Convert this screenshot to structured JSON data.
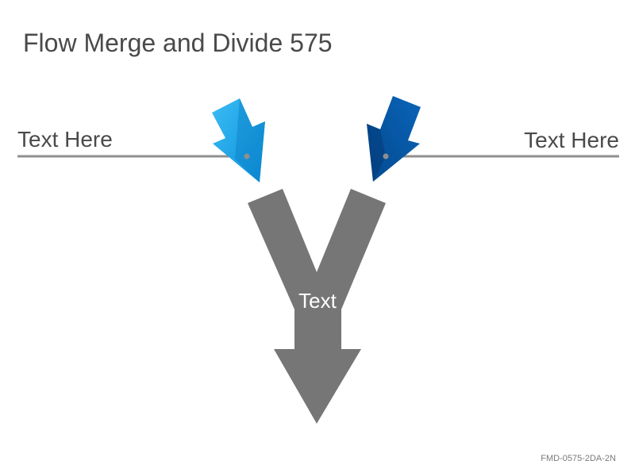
{
  "title": "Flow Merge and Divide 575",
  "labels": {
    "left": "Text Here",
    "right": "Text Here",
    "center": "Text"
  },
  "footer": "FMD-0575-2DA-2N",
  "colors": {
    "left_arrow": "#0fa2e9",
    "right_arrow": "#0559aa",
    "merge_shape": "#767676",
    "connector_line": "#8f8f8f"
  }
}
